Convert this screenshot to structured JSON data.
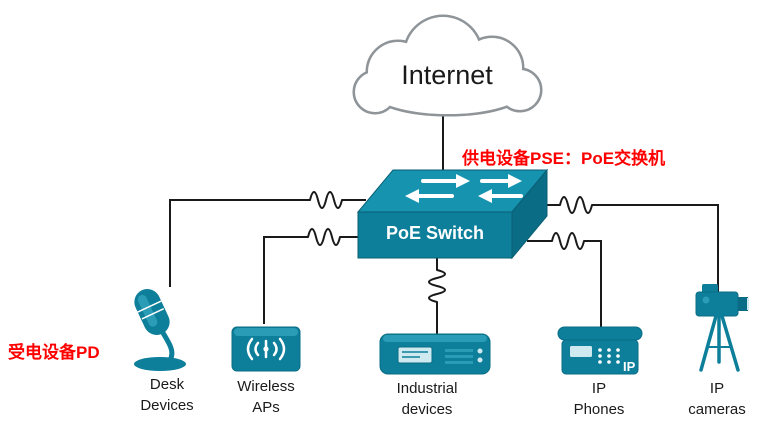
{
  "colors": {
    "device_teal": "#0d7f9a",
    "device_teal_light": "#1693ae",
    "device_teal_dark": "#0a6d85",
    "annotation_red": "#ff0000",
    "connector_line": "#1a1a1a"
  },
  "cloud": {
    "label": "Internet"
  },
  "poe_switch": {
    "label": "PoE Switch",
    "annotation_pse": "供电设备PSE：PoE交换机"
  },
  "annotation_pd": "受电设备PD",
  "devices": [
    {
      "id": "desk-devices",
      "label": "Desk Devices"
    },
    {
      "id": "wireless-aps",
      "label": "Wireless APs"
    },
    {
      "id": "industrial-devices",
      "label": "Industrial devices"
    },
    {
      "id": "ip-phones",
      "label": "IP Phones",
      "badge": "IP"
    },
    {
      "id": "ip-cameras",
      "label": "IP cameras"
    }
  ]
}
